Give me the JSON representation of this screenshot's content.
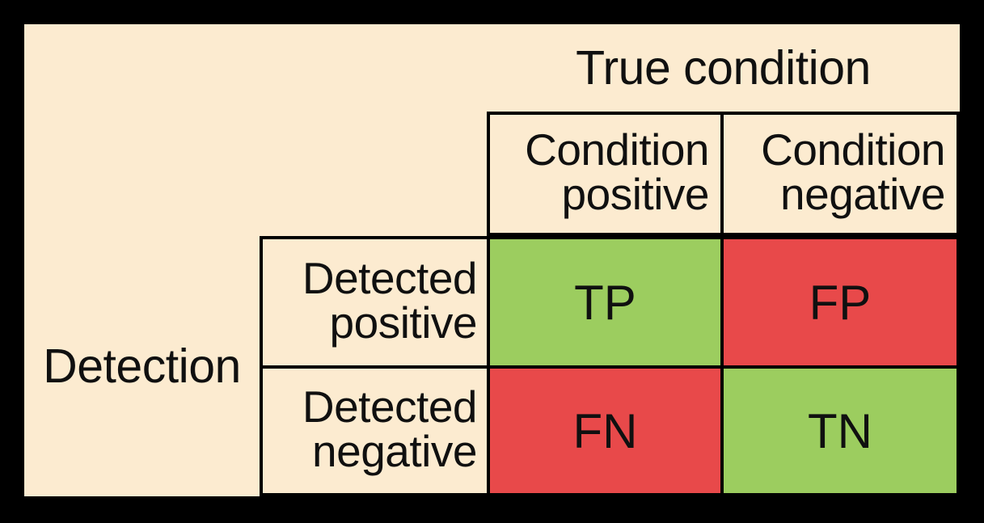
{
  "figure": {
    "kind": "confusion-matrix",
    "colors": {
      "background": "#000000",
      "surface": "#fcebd0",
      "grid_line": "#000000",
      "correct": "#9ccd5f",
      "incorrect": "#e8494a",
      "text": "#101010"
    }
  },
  "axes": {
    "column_axis_title": "True condition",
    "row_axis_title": "Detection"
  },
  "columns": [
    {
      "id": "condition-positive",
      "label": "Condition\npositive"
    },
    {
      "id": "condition-negative",
      "label": "Condition\nnegative"
    }
  ],
  "rows": [
    {
      "id": "detected-positive",
      "label": "Detected\npositive"
    },
    {
      "id": "detected-negative",
      "label": "Detected\nnegative"
    }
  ],
  "cells": [
    {
      "id": "true-positive",
      "abbr": "TP",
      "row": "detected-positive",
      "column": "condition-positive",
      "outcome": "correct",
      "fill": "#9ccd5f"
    },
    {
      "id": "false-positive",
      "abbr": "FP",
      "row": "detected-positive",
      "column": "condition-negative",
      "outcome": "incorrect",
      "fill": "#e8494a"
    },
    {
      "id": "false-negative",
      "abbr": "FN",
      "row": "detected-negative",
      "column": "condition-positive",
      "outcome": "incorrect",
      "fill": "#e8494a"
    },
    {
      "id": "true-negative",
      "abbr": "TN",
      "row": "detected-negative",
      "column": "condition-negative",
      "outcome": "correct",
      "fill": "#9ccd5f"
    }
  ],
  "chart_data": {
    "type": "table",
    "title": "",
    "xlabel": "True condition",
    "ylabel": "Detection",
    "categories": [
      "Condition positive",
      "Condition negative"
    ],
    "row_categories": [
      "Detected positive",
      "Detected negative"
    ],
    "values": [
      [
        "TP",
        "FP"
      ],
      [
        "FN",
        "TN"
      ]
    ],
    "cell_colors": [
      [
        "#9ccd5f",
        "#e8494a"
      ],
      [
        "#e8494a",
        "#9ccd5f"
      ]
    ],
    "legend": [],
    "grid": true
  }
}
